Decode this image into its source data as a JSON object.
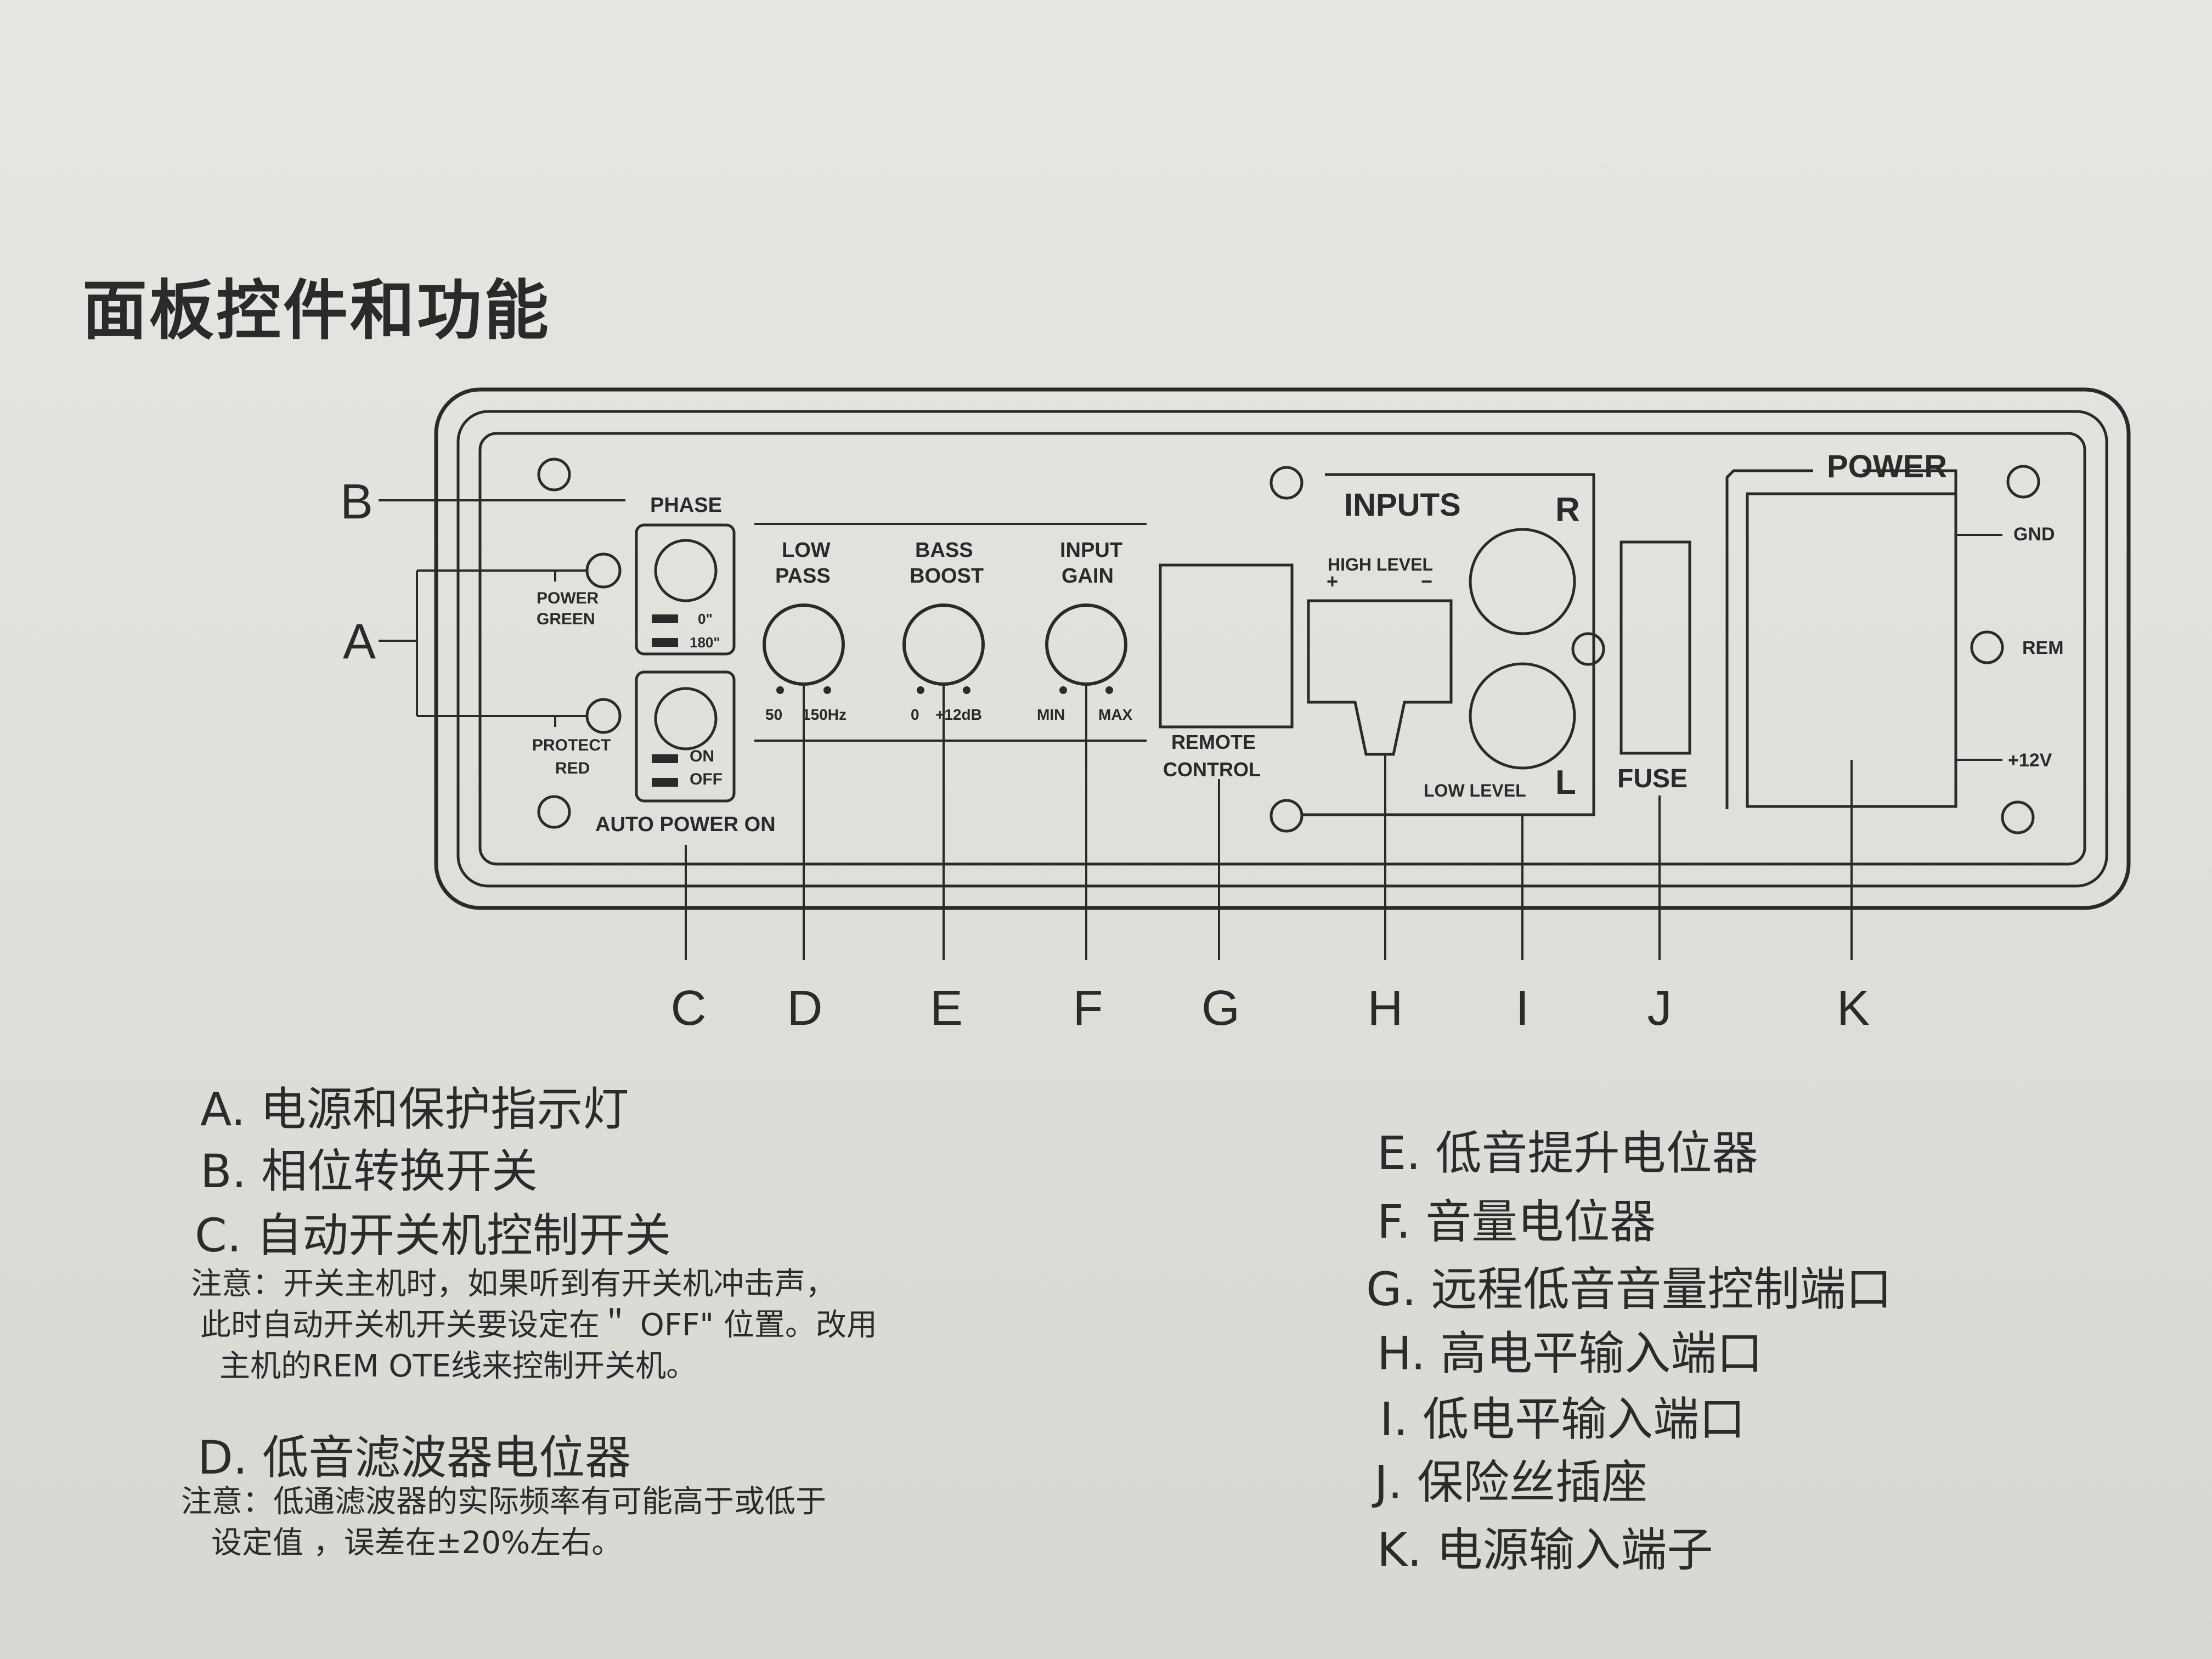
{
  "title": "面板控件和功能",
  "panel": {
    "phase": "PHASE",
    "phase_0": "0\"",
    "phase_180": "180\"",
    "power_green": [
      "POWER",
      "GREEN"
    ],
    "protect_red": [
      "PROTECT",
      "RED"
    ],
    "on": "ON",
    "off": "OFF",
    "auto_power_on": "AUTO POWER ON",
    "low_pass": [
      "LOW",
      "PASS"
    ],
    "low_pass_min": "50",
    "low_pass_max": "150Hz",
    "bass_boost": [
      "BASS",
      "BOOST"
    ],
    "bass_min": "0",
    "bass_max": "+12dB",
    "input_gain": [
      "INPUT",
      "GAIN"
    ],
    "gain_min": "MIN",
    "gain_max": "MAX",
    "remote_control": [
      "REMOTE",
      "CONTROL"
    ],
    "inputs": "INPUTS",
    "r": "R",
    "l": "L",
    "high_level": "HIGH LEVEL",
    "plus": "+",
    "minus": "−",
    "low_level": "LOW LEVEL",
    "fuse": "FUSE",
    "power": "POWER",
    "gnd": "GND",
    "rem": "REM",
    "v12": "+12V"
  },
  "callouts": [
    "A",
    "B",
    "C",
    "D",
    "E",
    "F",
    "G",
    "H",
    "I",
    "J",
    "K"
  ],
  "descriptions": {
    "A": "A. 电源和保护指示灯",
    "B": "B. 相位转换开关",
    "C": "C. 自动开关机控制开关",
    "C_note": [
      "注意：开关主机时，如果听到有开关机冲击声，",
      "此时自动开关机开关要设定在＂ OFF\" 位置。改用",
      "主机的REM OTE线来控制开关机。"
    ],
    "D": "D. 低音滤波器电位器",
    "D_note": [
      "注意：低通滤波器的实际频率有可能高于或低于",
      "设定值 ，误差在±20%左右。"
    ],
    "E": "E. 低音提升电位器",
    "F": "F. 音量电位器",
    "G": "G. 远程低音音量控制端口",
    "H": "H. 高电平输入端口",
    "I": "I.  低电平输入端口",
    "J": "J. 保险丝插座",
    "K": "K. 电源输入端子"
  }
}
